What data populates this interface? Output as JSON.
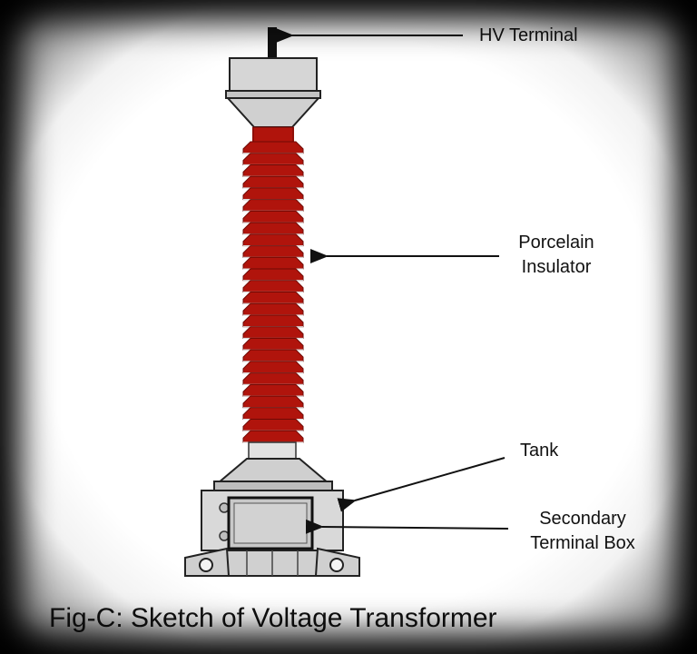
{
  "labels": {
    "hv_terminal": "HV Terminal",
    "porcelain_line1": "Porcelain",
    "porcelain_line2": "Insulator",
    "tank": "Tank",
    "secondary_line1": "Secondary",
    "secondary_line2": "Terminal Box"
  },
  "caption": "Fig-C: Sketch of Voltage Transformer",
  "colors": {
    "insulator": "#b0140c",
    "insulator_dark": "#6e0a05",
    "metal": "#d4d4d4",
    "metal_dark": "#a9a9a9",
    "outline": "#1a1a1a"
  }
}
